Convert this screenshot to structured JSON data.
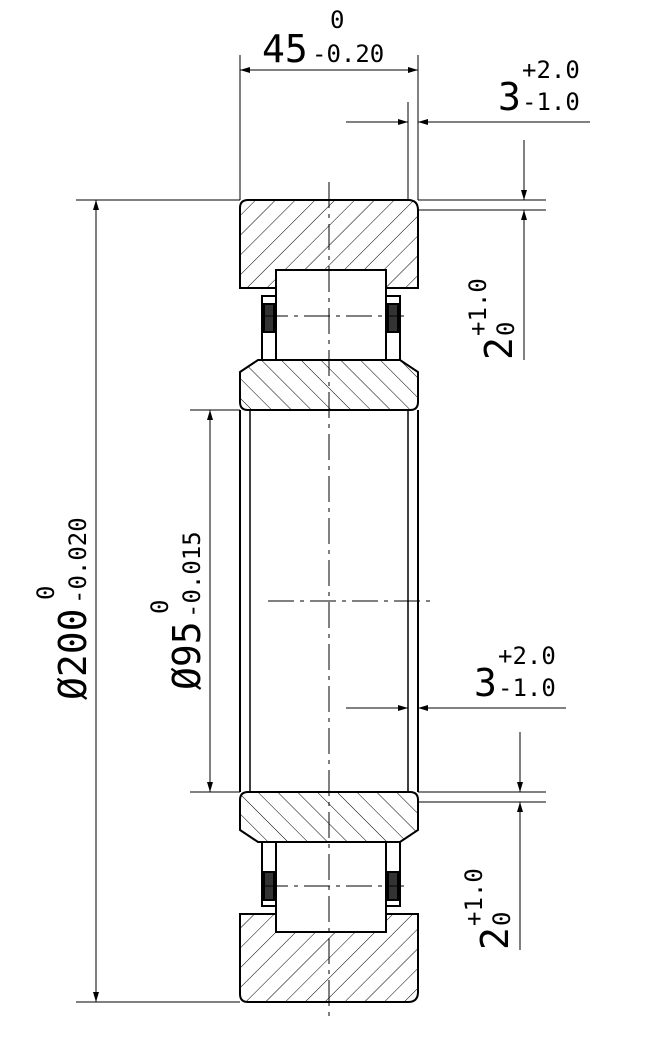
{
  "drawing": {
    "ink_color": "#000000",
    "background": "#ffffff"
  },
  "width_dim": {
    "nominal": "45",
    "upper": "0",
    "lower": "-0.20"
  },
  "radial_3_top": {
    "nominal": "3",
    "upper": "+2.0",
    "lower": "-1.0"
  },
  "axial_2_top": {
    "nominal": "2",
    "upper": "+1.0",
    "lower": "0"
  },
  "outer_dia": {
    "nominal": "Ø200",
    "upper": "0",
    "lower": "-0.020"
  },
  "inner_dia": {
    "nominal": "Ø95",
    "upper": "0",
    "lower": "-0.015"
  },
  "radial_3_bottom": {
    "nominal": "3",
    "upper": "+2.0",
    "lower": "-1.0"
  },
  "axial_2_bottom": {
    "nominal": "2",
    "upper": "+1.0",
    "lower": "0"
  }
}
